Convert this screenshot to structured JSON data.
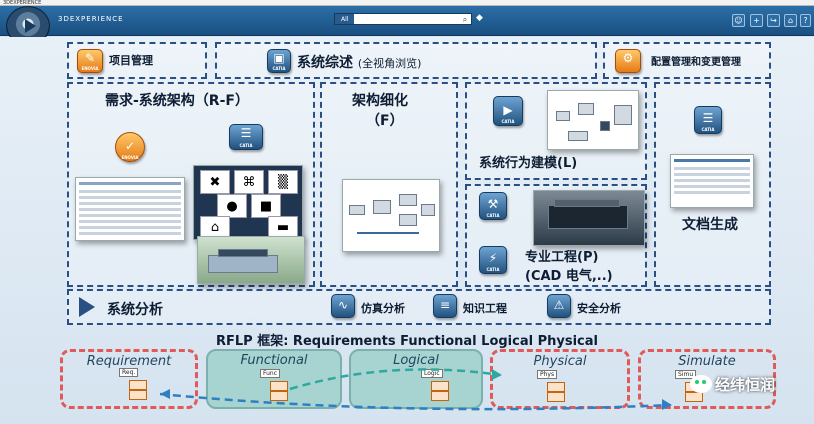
{
  "window": {
    "title": "3DEXPERIENCE"
  },
  "topbar": {
    "brand": "3DEXPERIENCE",
    "search_scope": "All",
    "search_value": "",
    "icons": [
      "compass-icon",
      "search-icon",
      "tag-icon",
      "user-icon",
      "add-icon",
      "share-icon",
      "home-icon",
      "help-icon"
    ]
  },
  "header_boxes": {
    "project": "项目管理",
    "overview": "系统综述",
    "overview_sub": "(全视角浏览)",
    "config": "配置管理和变更管理"
  },
  "panels": {
    "rf": "需求-系统架构（R-F）",
    "f_line1": "架构细化",
    "f_line2": "（F）",
    "l": "系统行为建模(L)",
    "p_line1": "专业工程(P)",
    "p_line2": "(CAD 电气,..)",
    "doc": "文档生成"
  },
  "analysis": {
    "title": "系统分析",
    "items": [
      "仿真分析",
      "知识工程",
      "安全分析"
    ]
  },
  "rflp": {
    "title": "RFLP 框架: Requirements Functional Logical Physical",
    "boxes": [
      {
        "label": "Requirement",
        "tag": "Req."
      },
      {
        "label": "Functional",
        "tag": "Func"
      },
      {
        "label": "Logical",
        "tag": "Logic"
      },
      {
        "label": "Physical",
        "tag": "Phys"
      },
      {
        "label": "Simulate",
        "tag": "Simu"
      }
    ]
  },
  "watermark": "经纬恒润",
  "app_badges": {
    "enovia": "ENOVIA",
    "catia": "CATIA"
  },
  "colors": {
    "accent": "#2a4f82",
    "dashed_red": "#e05a5a",
    "teal": "#a7d3d0",
    "arrow": "#2e7fc4"
  }
}
